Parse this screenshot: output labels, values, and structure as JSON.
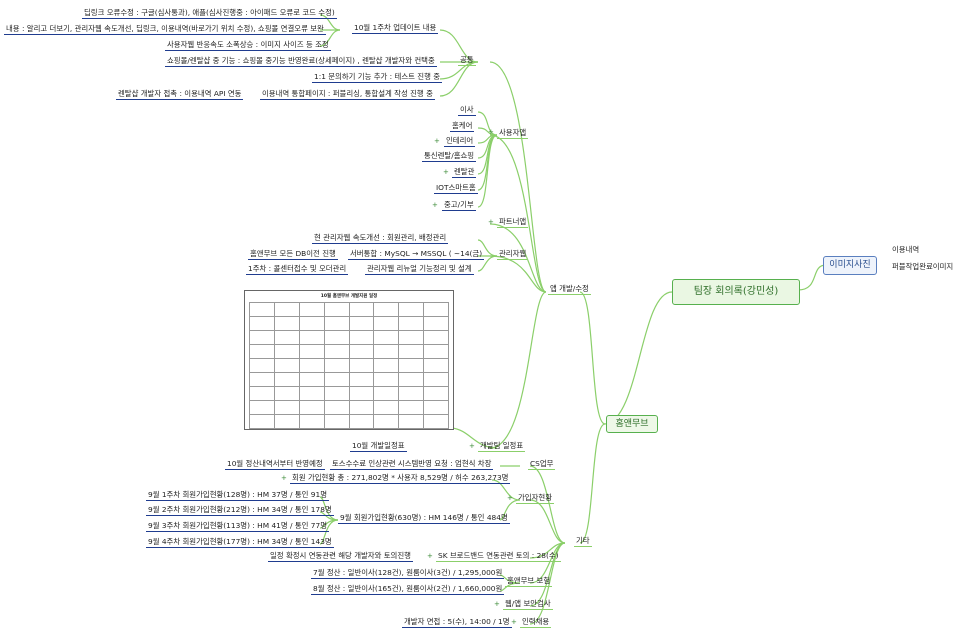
{
  "root": "팀장 회의록(강민성)",
  "right": {
    "branch": "이미지사진",
    "items": [
      "이용내역",
      "퍼블작업완료이미지"
    ]
  },
  "main_branches": {
    "homemuve": "홈앤무브",
    "app": "앱 개발/수정",
    "etc": "기타"
  },
  "app": {
    "common": {
      "label": "공통",
      "update": "10월 1주차 업데이트 내용",
      "update_items": [
        "딥링크 오류수정 : 구글(심사통과), 애플(심사진행중 : 아이패드 오류로 코드 수정)",
        "내용 : 알리고 더보기, 관리자웹 속도개선, 딥링크, 이용내역(바로가기 위치 수정), 쇼핑몰 연결오류 보완",
        "사용자웹 반응속도 소폭상승 : 이미지 사이즈 등 조정"
      ],
      "items": [
        "쇼핑몰/렌탈샵 중 기능 : 쇼핑몰 중기능 반영완료(상세페이지) , 렌탈샵 개발자와 컨택중",
        "1:1 문의하기 기능 추가 : 테스트 진행 중",
        "이용내역 통합페이지 : 퍼블리싱, 통합설계 작성 진행 중"
      ],
      "renta": "렌탈샵 개발자 접촉 : 이용내역 API 연동"
    },
    "user": {
      "label": "사용자앱",
      "items": [
        "이사",
        "홈케어",
        "인테리어",
        "통신렌탈/홈쇼핑",
        "렌탈관",
        "IOT스마트홈",
        "중고/기부"
      ]
    },
    "partner": "파트너앱",
    "admin": {
      "label": "관리자웹",
      "items": [
        "현 관리자웹 속도개선 : 회원관리, 배정관리",
        "서버통합 : MySQL → MSSQL ( ~14(금)",
        "관리자웹 리뉴얼 기능정리 및 설계"
      ],
      "sub1": "홈앤무브 모든 DB이전 진행",
      "sub2": "1주차 : 콜센터접수 및 오더관리"
    },
    "schedule": {
      "label": "개발팀 일정표",
      "left": "10월 개발일정표",
      "image_title": "10월 홈앤무브 개발지원 일정"
    }
  },
  "etc": {
    "cs": {
      "label": "CS업무",
      "item": "토스수수료 인상관련 시스템반영 요청 : 엄현식 차장",
      "left": "10월 정산내역서부터 반영예정"
    },
    "members": {
      "label": "가입자현황",
      "total": "회원 가입현황 총 : 271,802명 * 사용자 8,529명 / 허수 263,273명",
      "sept": "9월 회원가입현황(630명) : HM 146명 / 통인 484명",
      "weeks": [
        "9월 1주차 회원가입현황(128명) : HM 37명 / 통인 91명",
        "9월 2주차 회원가입현황(212명) : HM 34명 / 통인 178명",
        "9월 3주차 회원가입현황(113명) : HM 41명 / 통인 77명",
        "9월 4주차 회원가입현황(177명) : HM 34명 / 통인 143명"
      ]
    },
    "sk": {
      "label": "SK 브로드밴드 연동관련 토의 : 28(수)",
      "left": "일정 확정시 연동관련 해당 개발자와 토의진행"
    },
    "report": {
      "label": "홈앤무브 보험",
      "items": [
        "7월 정산 : 일반이사(128건), 원룸이사(3건) / 1,295,000원",
        "8월 정산 : 일반이사(165건), 원룸이사(2건) / 1,660,000원"
      ]
    },
    "security": "웹/앱 보안검사",
    "hire": {
      "label": "인력채용",
      "left": "개발자 면접 : 5(수), 14:00 / 1명"
    }
  }
}
